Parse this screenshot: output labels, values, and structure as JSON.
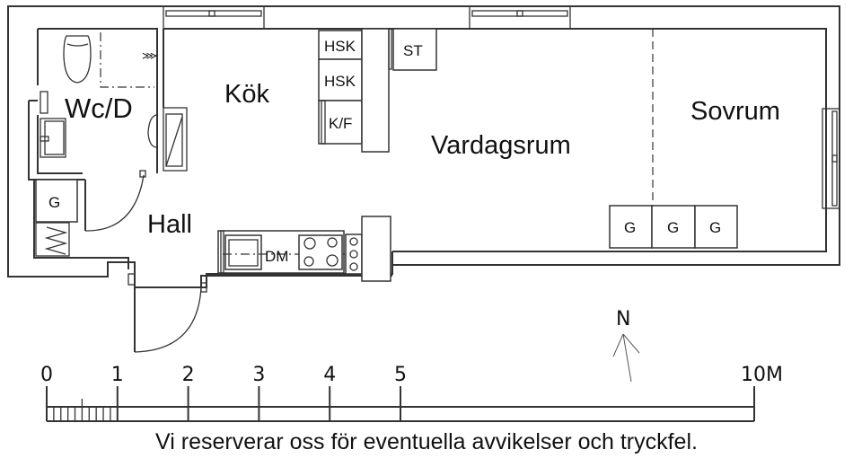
{
  "rooms": {
    "wc": "Wc/D",
    "kitchen": "Kök",
    "living": "Vardagsrum",
    "bedroom": "Sovrum",
    "hall": "Hall"
  },
  "fixtures": {
    "freezer_top": "HSK",
    "freezer_mid": "HSK",
    "fridge_freezer": "K/F",
    "storage": "ST",
    "dishwasher": "DM",
    "wardrobe_hall": "G",
    "wardrobes_living": [
      "G",
      "G",
      "G"
    ]
  },
  "compass": {
    "label": "N",
    "icon": "north-arrow-icon"
  },
  "scale_bar": {
    "ticks": [
      "0",
      "1",
      "2",
      "3",
      "4",
      "5"
    ],
    "end_label": "10M",
    "unit": "M"
  },
  "disclaimer": "Vi reserverar oss för eventuella avvikelser och tryckfel."
}
